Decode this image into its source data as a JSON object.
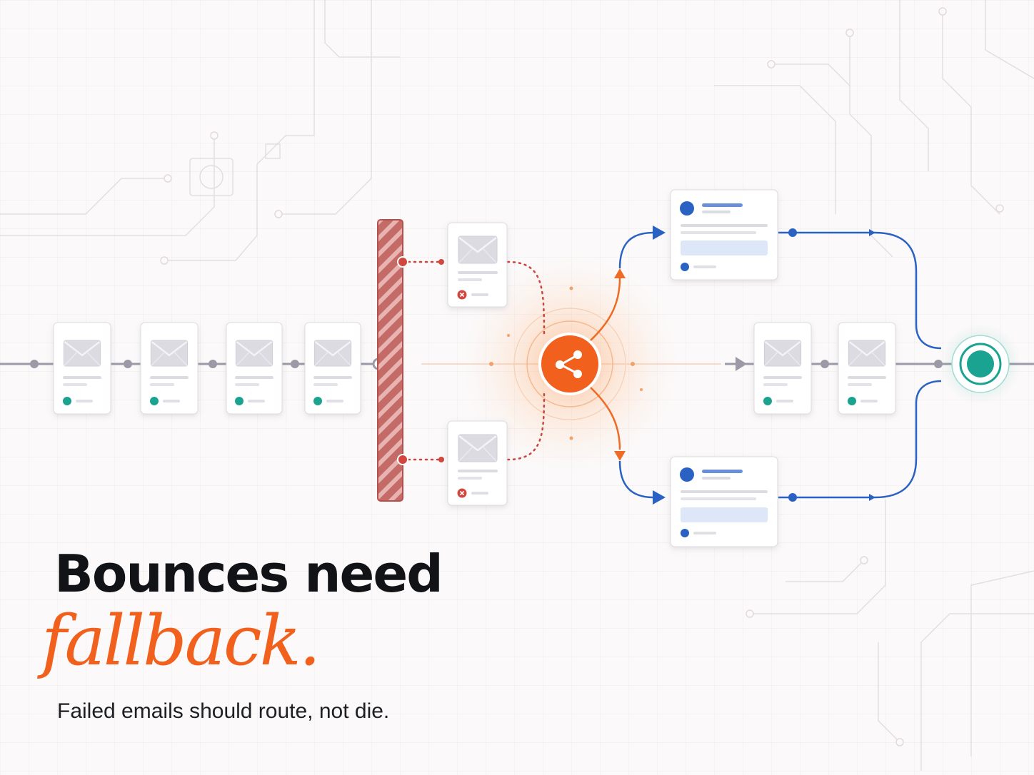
{
  "headline": {
    "line1": "Bounces need",
    "line2": "fallback.",
    "subtitle": "Failed emails should route, not die."
  },
  "colors": {
    "background": "#fbf9f9",
    "headline": "#121317",
    "accent": "#f1611d",
    "bounce_barrier": "#c0625f",
    "fallback_route": "#2a62c4",
    "success": "#1aa390",
    "neutral_line": "#9b9aa6"
  },
  "icons": {
    "email": "envelope-icon",
    "failed": "error-x-icon",
    "router": "branch-share-icon",
    "destination": "target-icon"
  },
  "diagram": {
    "queued_emails": [
      {
        "status": "delivered"
      },
      {
        "status": "delivered"
      },
      {
        "status": "delivered"
      },
      {
        "status": "delivered"
      }
    ],
    "bounced_emails": [
      {
        "status": "failed"
      },
      {
        "status": "failed"
      }
    ],
    "fallback_cards": [
      {
        "route": "upper"
      },
      {
        "route": "lower"
      }
    ],
    "rerouted_emails": [
      {
        "status": "delivered"
      },
      {
        "status": "delivered"
      }
    ]
  }
}
